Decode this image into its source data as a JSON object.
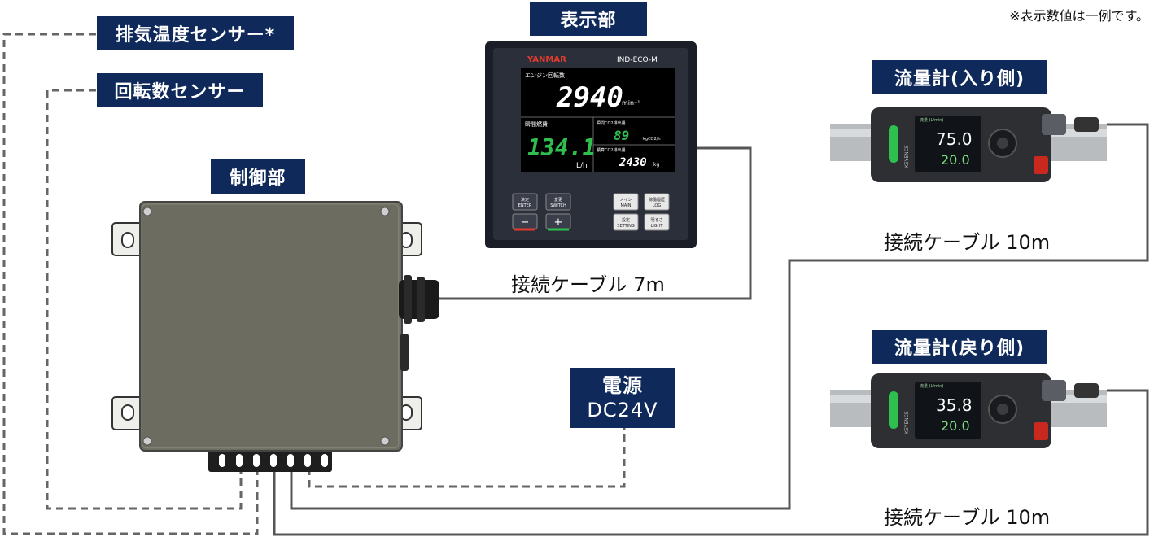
{
  "note": "※表示数値は一例です。",
  "labels": {
    "exhaust_sensor": "排気温度センサー*",
    "rpm_sensor": "回転数センサー",
    "control_unit": "制御部",
    "display_unit": "表示部",
    "flow_in": "流量計(入り側)",
    "flow_return": "流量計(戻り側)",
    "power_line1": "電源",
    "power_line2": "DC24V"
  },
  "captions": {
    "display_cable": "接続ケーブル 7m",
    "flow_in_cable": "接続ケーブル 10m",
    "flow_return_cable": "接続ケーブル 10m"
  },
  "display_panel": {
    "brand": "YANMAR",
    "model": "IND-ECO-M",
    "rpm_title": "エンジン回転数",
    "rpm_value": "2940",
    "rpm_unit": "min⁻¹",
    "fuel_title": "瞬間燃費",
    "fuel_value": "134.1",
    "fuel_unit": "L/h",
    "co2_inst_title": "瞬間CO2排出量",
    "co2_inst_value": "89",
    "co2_inst_unit": "kgCO2/h",
    "co2_total_title": "積算CO2排出量",
    "co2_total_value": "2430",
    "co2_total_unit": "kg",
    "buttons": [
      {
        "jp": "決定",
        "en": "ENTER"
      },
      {
        "jp": "変更",
        "en": "SWITCH"
      },
      {
        "jp": "メイン",
        "en": "MAIN"
      },
      {
        "jp": "稼働履歴",
        "en": "LOG"
      },
      {
        "jp": "設定",
        "en": "SETTING"
      },
      {
        "jp": "明るさ",
        "en": "LIGHT"
      }
    ],
    "minus": "−",
    "plus": "+"
  },
  "flow_meter_in": {
    "header": "流量 (L/min)",
    "value_main": "75.0",
    "value_sub": "20.0",
    "brand": "KEYENCE"
  },
  "flow_meter_return": {
    "header": "流量 (L/min)",
    "value_main": "35.8",
    "value_sub": "20.0",
    "brand": "KEYENCE"
  },
  "colors": {
    "navy": "#0f2a5a",
    "line": "#555555",
    "box": "#6b6b60",
    "digit_white": "#ffffff",
    "digit_green": "#2fbf4f",
    "meter_green": "#7ee07e"
  }
}
